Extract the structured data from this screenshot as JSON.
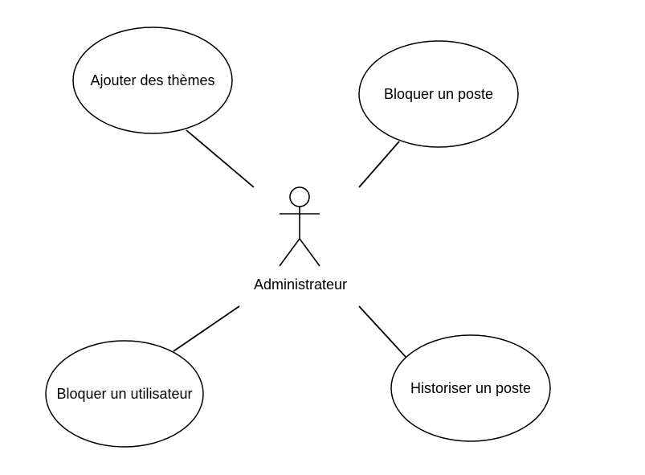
{
  "actor": {
    "name": "Administrateur",
    "icon": "stick-figure-icon"
  },
  "use_cases": [
    {
      "label": "Ajouter des thèmes"
    },
    {
      "label": "Bloquer un poste"
    },
    {
      "label": "Bloquer un utilisateur"
    },
    {
      "label": "Historiser un poste"
    }
  ],
  "colors": {
    "stroke": "#000000",
    "background": "#ffffff"
  }
}
